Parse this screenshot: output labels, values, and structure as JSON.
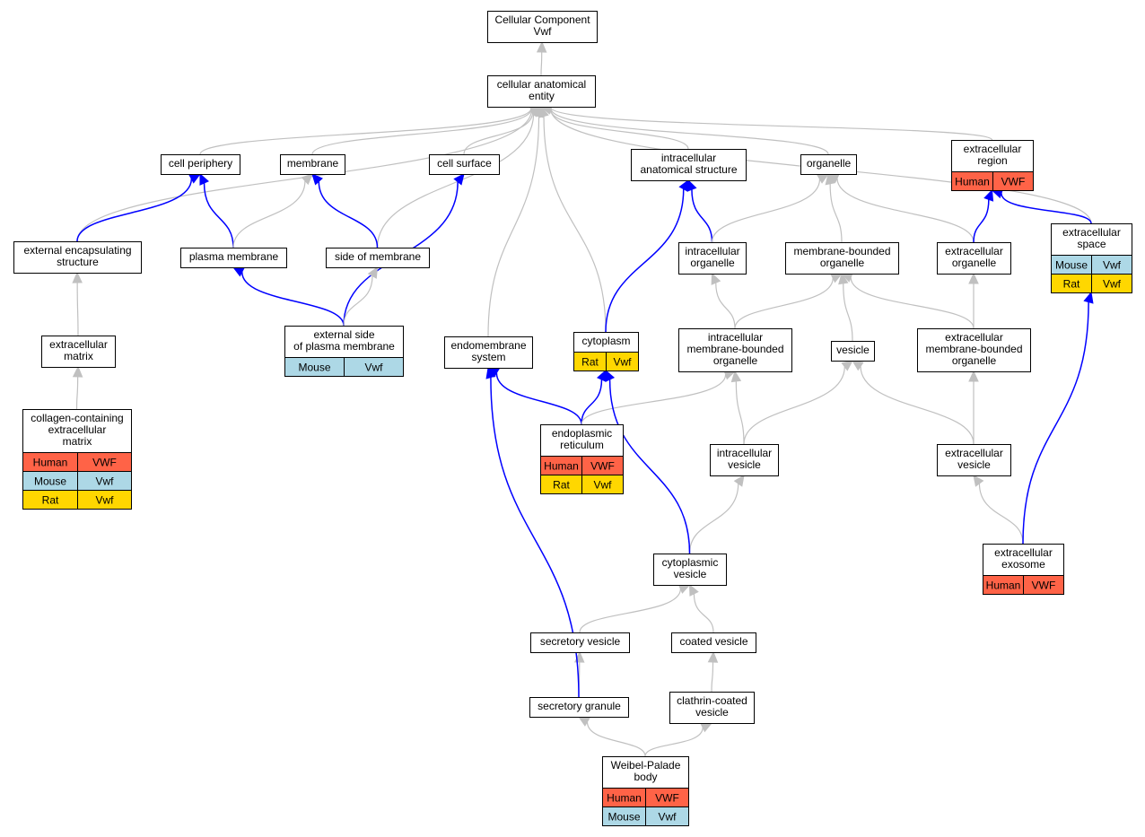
{
  "colors": {
    "human": "#ff6347",
    "mouse": "#add8e6",
    "rat": "#ffd700",
    "edge_is_a": "#c0c0c0",
    "edge_part_of": "#0000ff",
    "node_border": "#000000"
  },
  "nodes": {
    "root": {
      "lines": [
        "Cellular Component",
        "Vwf"
      ]
    },
    "cae": {
      "lines": [
        "cellular anatomical",
        "entity"
      ]
    },
    "cell_periphery": {
      "lines": [
        "cell periphery"
      ]
    },
    "membrane": {
      "lines": [
        "membrane"
      ]
    },
    "cell_surface": {
      "lines": [
        "cell surface"
      ]
    },
    "intracellular_anat": {
      "lines": [
        "intracellular",
        "anatomical structure"
      ]
    },
    "organelle": {
      "lines": [
        "organelle"
      ]
    },
    "extracellular_region": {
      "lines": [
        "extracellular",
        "region"
      ],
      "rows": [
        [
          "Human",
          "VWF"
        ]
      ]
    },
    "extracellular_space": {
      "lines": [
        "extracellular",
        "space"
      ],
      "rows": [
        [
          "Mouse",
          "Vwf"
        ],
        [
          "Rat",
          "Vwf"
        ]
      ]
    },
    "ext_encapsulating": {
      "lines": [
        "external encapsulating",
        "structure"
      ]
    },
    "plasma_membrane": {
      "lines": [
        "plasma membrane"
      ]
    },
    "side_of_membrane": {
      "lines": [
        "side of membrane"
      ]
    },
    "intracellular_organelle": {
      "lines": [
        "intracellular",
        "organelle"
      ]
    },
    "membrane_bounded_organelle": {
      "lines": [
        "membrane-bounded",
        "organelle"
      ]
    },
    "extracellular_organelle": {
      "lines": [
        "extracellular",
        "organelle"
      ]
    },
    "extracellular_matrix": {
      "lines": [
        "extracellular",
        "matrix"
      ]
    },
    "external_side_pm": {
      "lines": [
        "external side",
        "of plasma membrane"
      ],
      "rows": [
        [
          "Mouse",
          "Vwf"
        ]
      ]
    },
    "endomembrane_system": {
      "lines": [
        "endomembrane",
        "system"
      ]
    },
    "cytoplasm": {
      "lines": [
        "cytoplasm"
      ],
      "rows": [
        [
          "Rat",
          "Vwf"
        ]
      ]
    },
    "intracellular_mbo": {
      "lines": [
        "intracellular",
        "membrane-bounded",
        "organelle"
      ]
    },
    "vesicle": {
      "lines": [
        "vesicle"
      ]
    },
    "extracellular_mbo": {
      "lines": [
        "extracellular",
        "membrane-bounded",
        "organelle"
      ]
    },
    "collagen_matrix": {
      "lines": [
        "collagen-containing",
        "extracellular",
        "matrix"
      ],
      "rows": [
        [
          "Human",
          "VWF"
        ],
        [
          "Mouse",
          "Vwf"
        ],
        [
          "Rat",
          "Vwf"
        ]
      ]
    },
    "er": {
      "lines": [
        "endoplasmic",
        "reticulum"
      ],
      "rows": [
        [
          "Human",
          "VWF"
        ],
        [
          "Rat",
          "Vwf"
        ]
      ]
    },
    "intracellular_vesicle": {
      "lines": [
        "intracellular",
        "vesicle"
      ]
    },
    "extracellular_vesicle": {
      "lines": [
        "extracellular",
        "vesicle"
      ]
    },
    "cytoplasmic_vesicle": {
      "lines": [
        "cytoplasmic",
        "vesicle"
      ]
    },
    "extracellular_exosome": {
      "lines": [
        "extracellular",
        "exosome"
      ],
      "rows": [
        [
          "Human",
          "VWF"
        ]
      ]
    },
    "secretory_vesicle": {
      "lines": [
        "secretory vesicle"
      ]
    },
    "coated_vesicle": {
      "lines": [
        "coated vesicle"
      ]
    },
    "secretory_granule": {
      "lines": [
        "secretory granule"
      ]
    },
    "clathrin_coated_vesicle": {
      "lines": [
        "clathrin-coated",
        "vesicle"
      ]
    },
    "weibel_palade": {
      "lines": [
        "Weibel-Palade",
        "body"
      ],
      "rows": [
        [
          "Human",
          "VWF"
        ],
        [
          "Mouse",
          "Vwf"
        ]
      ]
    }
  },
  "edges": [
    [
      "cae",
      "root",
      "is_a"
    ],
    [
      "cell_periphery",
      "cae",
      "is_a"
    ],
    [
      "membrane",
      "cae",
      "is_a"
    ],
    [
      "cell_surface",
      "cae",
      "is_a"
    ],
    [
      "intracellular_anat",
      "cae",
      "is_a"
    ],
    [
      "organelle",
      "cae",
      "is_a"
    ],
    [
      "extracellular_region",
      "cae",
      "is_a"
    ],
    [
      "extracellular_space",
      "cae",
      "is_a"
    ],
    [
      "ext_encapsulating",
      "cae",
      "is_a"
    ],
    [
      "side_of_membrane",
      "cae",
      "is_a"
    ],
    [
      "endomembrane_system",
      "cae",
      "is_a"
    ],
    [
      "cytoplasm",
      "cae",
      "is_a"
    ],
    [
      "ext_encapsulating",
      "cell_periphery",
      "part_of"
    ],
    [
      "plasma_membrane",
      "cell_periphery",
      "part_of"
    ],
    [
      "plasma_membrane",
      "membrane",
      "is_a"
    ],
    [
      "side_of_membrane",
      "membrane",
      "part_of"
    ],
    [
      "external_side_pm",
      "cell_surface",
      "part_of"
    ],
    [
      "cytoplasm",
      "intracellular_anat",
      "part_of"
    ],
    [
      "intracellular_organelle",
      "intracellular_anat",
      "part_of"
    ],
    [
      "intracellular_organelle",
      "organelle",
      "is_a"
    ],
    [
      "membrane_bounded_organelle",
      "organelle",
      "is_a"
    ],
    [
      "extracellular_organelle",
      "organelle",
      "is_a"
    ],
    [
      "extracellular_organelle",
      "extracellular_region",
      "part_of"
    ],
    [
      "extracellular_space",
      "extracellular_region",
      "part_of"
    ],
    [
      "extracellular_matrix",
      "ext_encapsulating",
      "is_a"
    ],
    [
      "external_side_pm",
      "plasma_membrane",
      "part_of"
    ],
    [
      "external_side_pm",
      "side_of_membrane",
      "is_a"
    ],
    [
      "intracellular_mbo",
      "intracellular_organelle",
      "is_a"
    ],
    [
      "intracellular_mbo",
      "membrane_bounded_organelle",
      "is_a"
    ],
    [
      "vesicle",
      "membrane_bounded_organelle",
      "is_a"
    ],
    [
      "extracellular_mbo",
      "membrane_bounded_organelle",
      "is_a"
    ],
    [
      "extracellular_mbo",
      "extracellular_organelle",
      "is_a"
    ],
    [
      "collagen_matrix",
      "extracellular_matrix",
      "is_a"
    ],
    [
      "er",
      "endomembrane_system",
      "part_of"
    ],
    [
      "er",
      "cytoplasm",
      "part_of"
    ],
    [
      "er",
      "intracellular_mbo",
      "is_a"
    ],
    [
      "intracellular_vesicle",
      "intracellular_mbo",
      "is_a"
    ],
    [
      "intracellular_vesicle",
      "vesicle",
      "is_a"
    ],
    [
      "extracellular_vesicle",
      "vesicle",
      "is_a"
    ],
    [
      "extracellular_vesicle",
      "extracellular_mbo",
      "is_a"
    ],
    [
      "cytoplasmic_vesicle",
      "intracellular_vesicle",
      "is_a"
    ],
    [
      "cytoplasmic_vesicle",
      "cytoplasm",
      "part_of"
    ],
    [
      "extracellular_exosome",
      "extracellular_vesicle",
      "is_a"
    ],
    [
      "extracellular_exosome",
      "extracellular_space",
      "part_of"
    ],
    [
      "secretory_vesicle",
      "cytoplasmic_vesicle",
      "is_a"
    ],
    [
      "coated_vesicle",
      "cytoplasmic_vesicle",
      "is_a"
    ],
    [
      "secretory_granule",
      "secretory_vesicle",
      "is_a"
    ],
    [
      "secretory_granule",
      "endomembrane_system",
      "part_of"
    ],
    [
      "clathrin_coated_vesicle",
      "coated_vesicle",
      "is_a"
    ],
    [
      "weibel_palade",
      "secretory_granule",
      "is_a"
    ],
    [
      "weibel_palade",
      "clathrin_coated_vesicle",
      "is_a"
    ]
  ]
}
